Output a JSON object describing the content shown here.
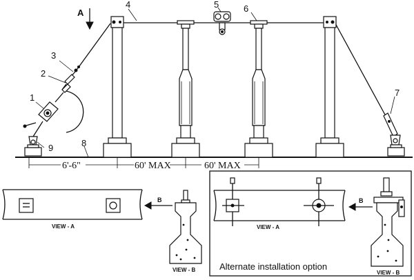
{
  "labels": {
    "view_arrow_a": "A",
    "part_1": "1",
    "part_2": "2",
    "part_3": "3",
    "part_4": "4",
    "part_5": "5",
    "part_6": "6",
    "part_7": "7",
    "part_8": "8",
    "part_9": "9"
  },
  "dimensions": {
    "end_offset": "6'-6\"",
    "span_1": "60' MAX",
    "span_2": "60' MAX"
  },
  "views": {
    "left_view_a": "VIEW - A",
    "left_view_b": "VIEW - B",
    "left_arrow_b": "B",
    "alt_view_a": "VIEW - A",
    "alt_view_b": "VIEW - B",
    "alt_arrow_b": "B"
  },
  "alternate_caption": "Alternate installation option"
}
